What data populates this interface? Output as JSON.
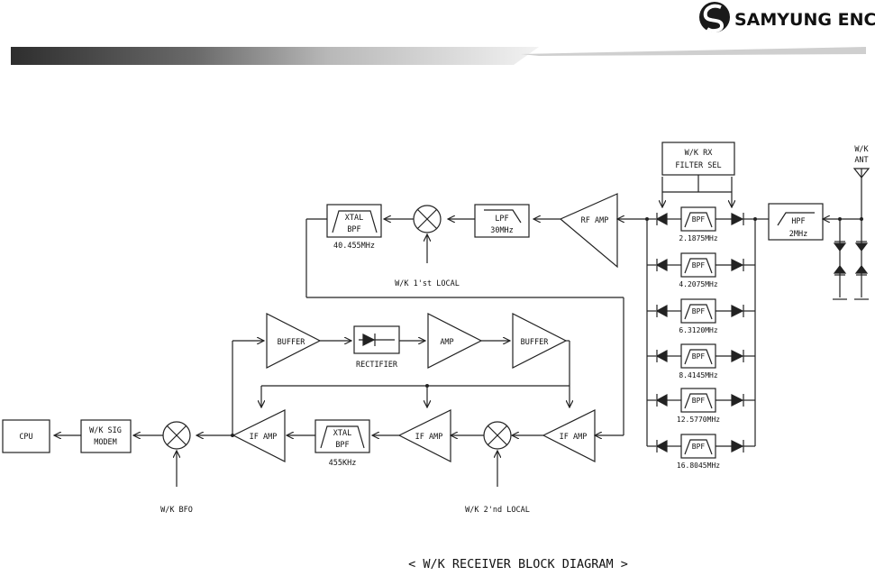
{
  "header": {
    "company": "SAMYUNG ENC",
    "colors": {
      "bar_dark": "#3a3a3a",
      "bar_light": "#e8e8e8",
      "logo": "#1a1a1a"
    }
  },
  "diagram": {
    "caption": "< W/K RECEIVER BLOCK DIAGRAM >",
    "antenna_line1": "W/K",
    "antenna_line2": "ANT",
    "rx_sel_line1": "W/K RX",
    "rx_sel_line2": "FILTER SEL",
    "hpf_line1": "HPF",
    "hpf_line2": "2MHz",
    "bpf_label": "BPF",
    "filter_freqs": [
      "2.1875MHz",
      "4.2075MHz",
      "6.3120MHz",
      "8.4145MHz",
      "12.5770MHz",
      "16.8045MHz"
    ],
    "rf_amp": "RF AMP",
    "lpf_line1": "LPF",
    "lpf_line2": "30MHz",
    "xtal1_line1": "XTAL",
    "xtal1_line2": "BPF",
    "xtal1_freq": "40.455MHz",
    "local1": "W/K 1'st LOCAL",
    "buffer1": "BUFFER",
    "rectifier": "RECTIFIER",
    "amp": "AMP",
    "buffer2": "BUFFER",
    "if_amp": "IF AMP",
    "xtal2_line1": "XTAL",
    "xtal2_line2": "BPF",
    "xtal2_freq": "455KHz",
    "local2": "W/K 2'nd LOCAL",
    "modem_line1": "W/K SIG",
    "modem_line2": "MODEM",
    "cpu": "CPU",
    "bfo": "W/K BFO"
  }
}
